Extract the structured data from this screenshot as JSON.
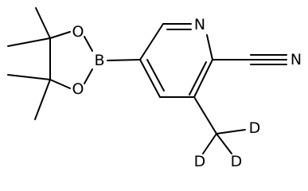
{
  "molecule": {
    "atoms": {
      "ring_nitrogen": "N",
      "nitrile_nitrogen": "N",
      "boron": "B",
      "oxygen_top": "O",
      "oxygen_bottom": "O",
      "deuterium_right": "D",
      "deuterium_bottom_left": "D",
      "deuterium_bottom_right": "D"
    }
  }
}
